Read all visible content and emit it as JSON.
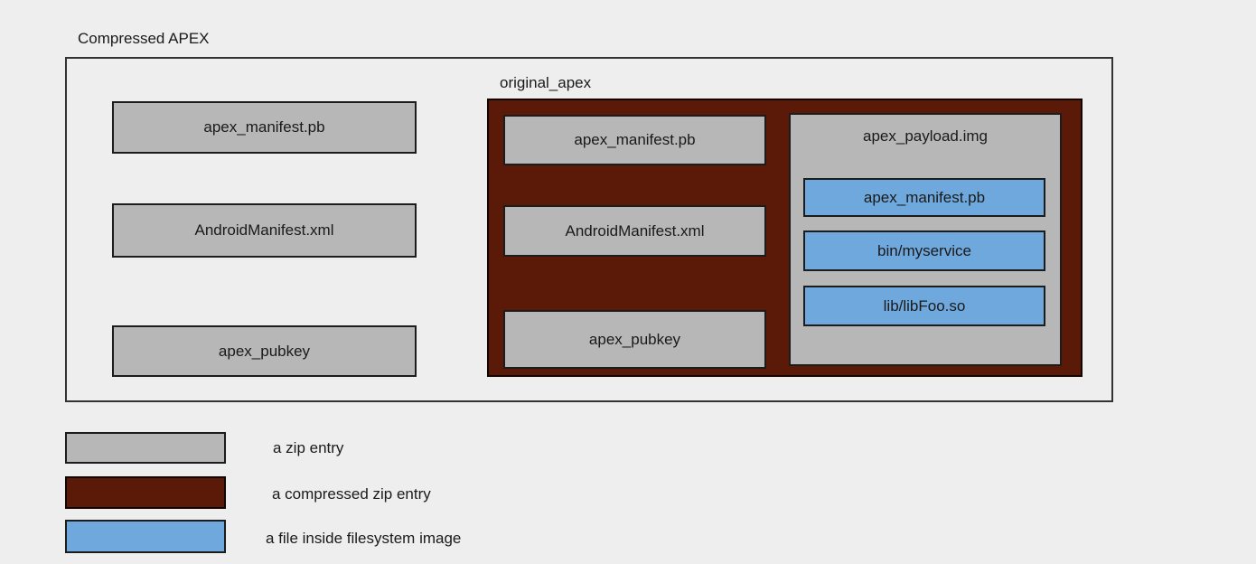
{
  "background_color": "#eeeeee",
  "colors": {
    "zip_entry": "#b7b7b7",
    "compressed_zip_entry": "#5b1a08",
    "filesystem_file": "#6fa8dc",
    "border": "#1c1c1c",
    "text": "#1a1a1a"
  },
  "diagram": {
    "title": "Compressed APEX",
    "outer_entries": {
      "0": "apex_manifest.pb",
      "1": "AndroidManifest.xml",
      "2": "apex_pubkey"
    },
    "original_apex": {
      "label": "original_apex",
      "entries": {
        "0": "apex_manifest.pb",
        "1": "AndroidManifest.xml",
        "2": "apex_pubkey"
      },
      "payload": {
        "title": "apex_payload.img",
        "files": {
          "0": "apex_manifest.pb",
          "1": "bin/myservice",
          "2": "lib/libFoo.so"
        }
      }
    }
  },
  "legend": {
    "0": {
      "label": "a zip entry"
    },
    "1": {
      "label": "a compressed zip entry"
    },
    "2": {
      "label": "a file inside filesystem image"
    }
  }
}
